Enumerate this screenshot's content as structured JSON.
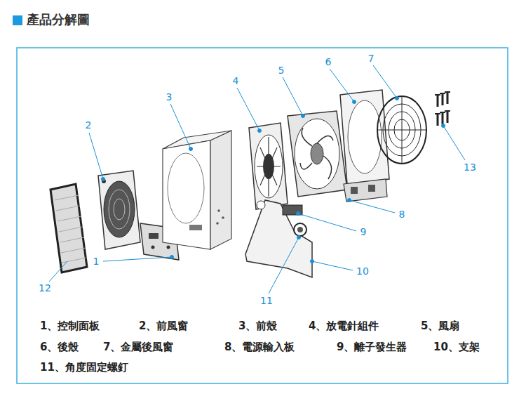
{
  "diagram": {
    "title": "產品分解圖",
    "labels": [
      "2",
      "3",
      "4",
      "5",
      "6",
      "7",
      "13",
      "8",
      "9",
      "1",
      "10",
      "12",
      "11",
      "1、控制面板",
      "2、前風窗",
      "3、前殼",
      "4、放電針組件",
      "5、風扇",
      "6、後殼",
      "7、金屬後風窗",
      "8、電源輸入板",
      "9、離子發生器",
      "10、支架",
      "11、角度固定螺釘"
    ]
  }
}
